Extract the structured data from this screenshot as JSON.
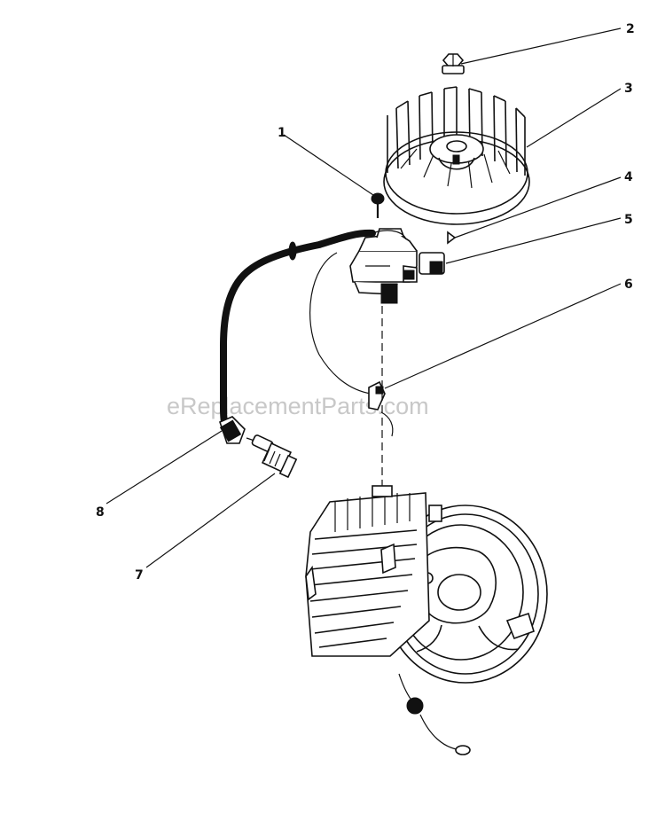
{
  "watermark": "eReplacementParts.com",
  "callouts": [
    {
      "id": "callout-1",
      "label": "1"
    },
    {
      "id": "callout-2",
      "label": "2"
    },
    {
      "id": "callout-3",
      "label": "3"
    },
    {
      "id": "callout-4",
      "label": "4"
    },
    {
      "id": "callout-5",
      "label": "5"
    },
    {
      "id": "callout-6",
      "label": "6"
    },
    {
      "id": "callout-7",
      "label": "7"
    },
    {
      "id": "callout-8",
      "label": "8"
    }
  ]
}
